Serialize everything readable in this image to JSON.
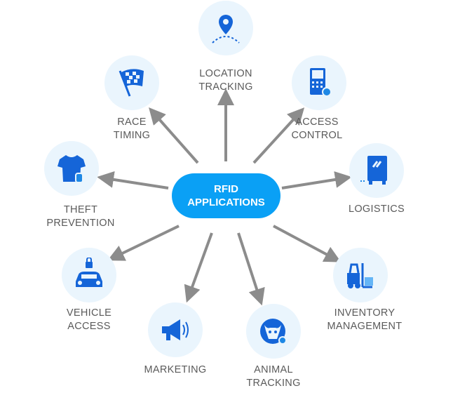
{
  "center": {
    "line1": "RFID",
    "line2": "APPLICATIONS"
  },
  "colors": {
    "accent": "#0aa0f5",
    "icon": "#1565d8",
    "circle": "#eaf5fd",
    "arrow": "#8c8c8c",
    "text": "#5a5a5a"
  },
  "nodes": {
    "location": {
      "l1": "LOCATION",
      "l2": "TRACKING",
      "icon": "location-pin-icon"
    },
    "race": {
      "l1": "RACE",
      "l2": "TIMING",
      "icon": "checkered-flag-icon"
    },
    "access": {
      "l1": "ACCESS",
      "l2": "CONTROL",
      "icon": "keypad-icon"
    },
    "theft": {
      "l1": "THEFT",
      "l2": "PREVENTION",
      "icon": "tshirt-tag-icon"
    },
    "logistics": {
      "l1": "LOGISTICS",
      "icon": "truck-icon"
    },
    "vehicle": {
      "l1": "VEHICLE",
      "l2": "ACCESS",
      "icon": "car-lock-icon"
    },
    "inventory": {
      "l1": "INVENTORY",
      "l2": "MANAGEMENT",
      "icon": "forklift-icon"
    },
    "marketing": {
      "l1": "MARKETING",
      "icon": "megaphone-icon"
    },
    "animal": {
      "l1": "ANIMAL",
      "l2": "TRACKING",
      "icon": "cow-tag-icon"
    }
  }
}
